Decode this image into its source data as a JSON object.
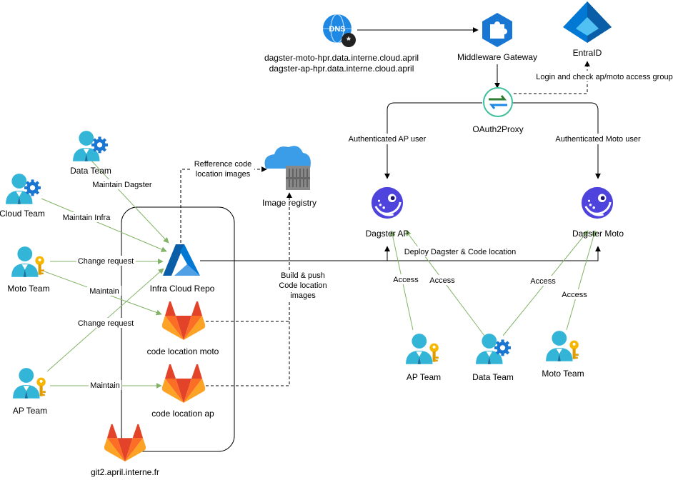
{
  "nodes": {
    "dns_name_moto": "dagster-moto-hpr.data.interne.cloud.april",
    "dns_name_ap": "dagster-ap-hpr.data.interne.cloud.april",
    "middleware": "Middleware Gateway",
    "entra": "EntraID",
    "oauth": "OAuth2Proxy",
    "dagster_ap": "Dagster AP",
    "dagster_moto": "Dagster Moto",
    "data_team_top": "Data Team",
    "cloud_team": "Cloud Team",
    "moto_team_left": "Moto Team",
    "ap_team_left": "AP Team",
    "infra_repo": "Infra Cloud Repo",
    "code_loc_moto": "code location moto",
    "code_loc_ap": "code location ap",
    "git": "git2.april.interne.fr",
    "image_registry": "Image registry",
    "ap_team_bottom": "AP Team",
    "data_team_bottom": "Data Team",
    "moto_team_bottom": "Moto Team"
  },
  "edges": {
    "login_check": "Login and check ap/moto access group",
    "auth_ap": "Authenticated AP user",
    "auth_moto": "Authenticated Moto user",
    "ref_images_1": "Refference code",
    "ref_images_2": "location images",
    "maintain_dagster": "Maintain Dagster",
    "maintain_infra": "Maintain Infra",
    "change_request_moto": "Change request",
    "maintain_moto": "Maintain",
    "change_request_ap": "Change request",
    "maintain_ap": "Maintain",
    "build_push_1": "Build & push",
    "build_push_2": "Code location",
    "build_push_3": "images",
    "deploy": "Deploy Dagster & Code location",
    "access_ap_team": "Access",
    "access_data_ap": "Access",
    "access_data_moto": "Access",
    "access_moto_team": "Access"
  },
  "colors": {
    "green_edge": "#82b366",
    "azure_blue": "#0078d4",
    "person_cyan": "#33b5d8",
    "gitlab_orange": "#e24329",
    "dagster_purple": "#4f43dd",
    "key_gold": "#f5b700"
  },
  "icons": {
    "dns": "dns-globe-icon",
    "middleware": "puzzle-icon",
    "entra": "entra-id-icon",
    "oauth": "oauth-proxy-icon",
    "dagster": "dagster-octopus-icon",
    "azure_repo": "azure-repos-icon",
    "gitlab": "gitlab-fox-icon",
    "registry": "container-registry-icon",
    "person_gear": "user-gear-icon",
    "person_key": "user-key-icon"
  }
}
